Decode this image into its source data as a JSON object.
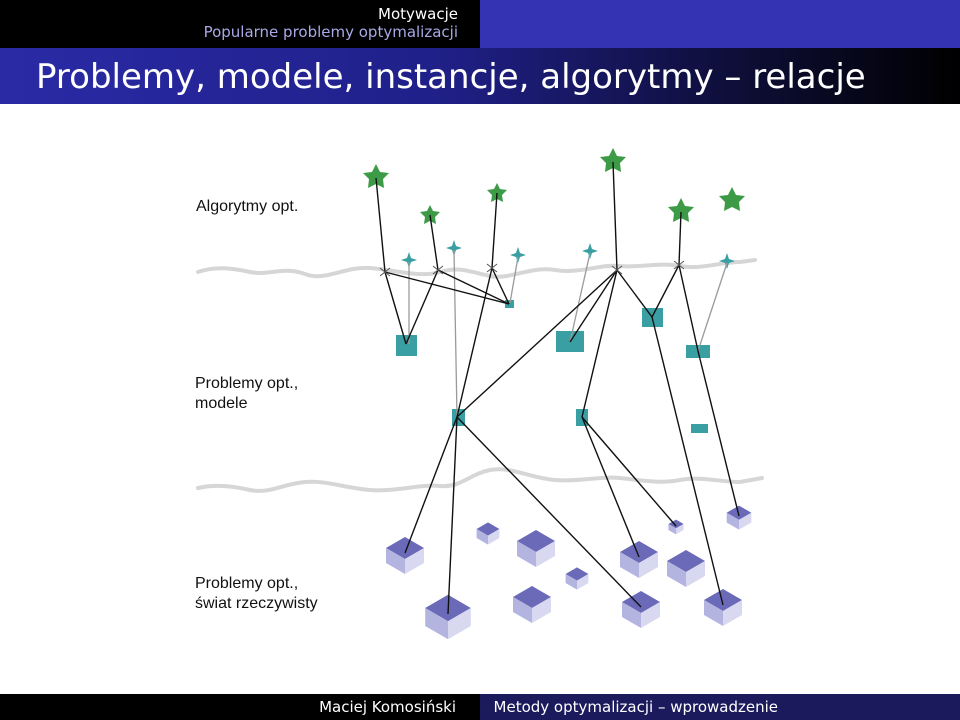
{
  "header": {
    "section": "Motywacje",
    "subsection": "Popularne problemy optymalizacji"
  },
  "slide": {
    "title": "Problemy, modele, instancje, algorytmy – relacje"
  },
  "labels": {
    "algorithms": "Algorytmy opt.",
    "models_line1": "Problemy opt.,",
    "models_line2": "modele",
    "world_line1": "Problemy opt.,",
    "world_line2": "świat rzeczywisty"
  },
  "footer": {
    "author": "Maciej Komosiński",
    "course": "Metody optymalizacji – wprowadzenie"
  },
  "colors": {
    "star_green": "#3d9a46",
    "star_teal": "#3a9fa3",
    "square_teal": "#3a9fa3",
    "cube_purple": "#7f7fc8",
    "header_blue": "#3333b3"
  }
}
